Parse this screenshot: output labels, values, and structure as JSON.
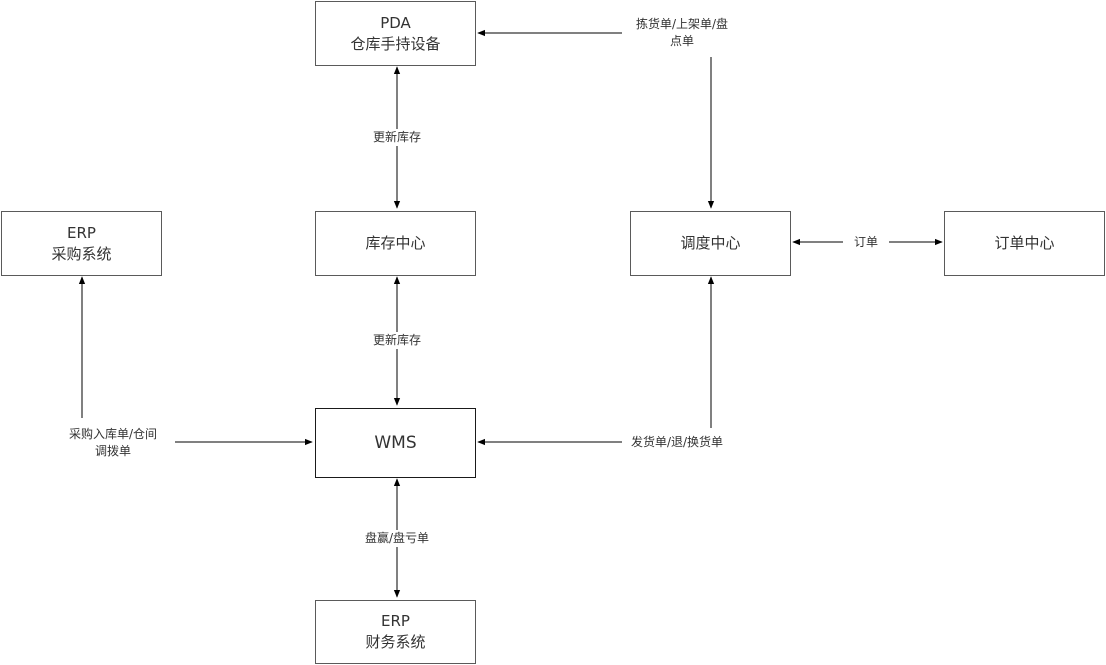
{
  "nodes": {
    "pda": {
      "line1": "PDA",
      "line2": "仓库手持设备"
    },
    "erp_purchase": {
      "line1": "ERP",
      "line2": "采购系统"
    },
    "inventory": {
      "line1": "库存中心"
    },
    "dispatch": {
      "line1": "调度中心"
    },
    "order": {
      "line1": "订单中心"
    },
    "wms": {
      "line1": "WMS"
    },
    "erp_finance": {
      "line1": "ERP",
      "line2": "财务系统"
    }
  },
  "edges": {
    "dispatch_to_pda": {
      "line1": "拣货单/上架单/盘",
      "line2": "点单"
    },
    "pda_inventory": {
      "label": "更新库存"
    },
    "inventory_wms": {
      "label": "更新库存"
    },
    "dispatch_order": {
      "label": "订单"
    },
    "purchase": {
      "line1": "采购入库单/仓间",
      "line2": "调拨单"
    },
    "wms_dispatch": {
      "label": "发货单/退/换货单"
    },
    "wms_finance": {
      "label": "盘赢/盘亏单"
    }
  }
}
